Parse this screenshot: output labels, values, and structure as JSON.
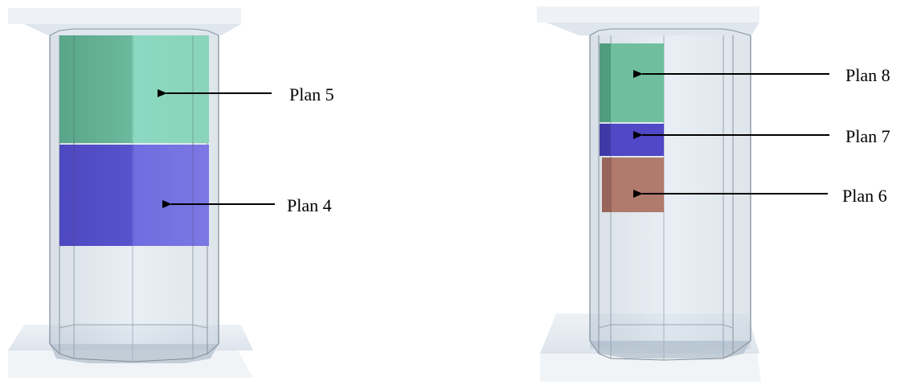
{
  "figure": {
    "left_column": {
      "labels": [
        {
          "id": "plan5",
          "text": "Plan 5",
          "color": "#7dd4b8"
        },
        {
          "id": "plan4",
          "text": "Plan 4",
          "color": "#6b68dc"
        }
      ]
    },
    "right_column": {
      "labels": [
        {
          "id": "plan8",
          "text": "Plan 8",
          "color": "#6fbf9e"
        },
        {
          "id": "plan7",
          "text": "Plan 7",
          "color": "#5048c6"
        },
        {
          "id": "plan6",
          "text": "Plan 6",
          "color": "#b07a6c"
        }
      ]
    }
  }
}
